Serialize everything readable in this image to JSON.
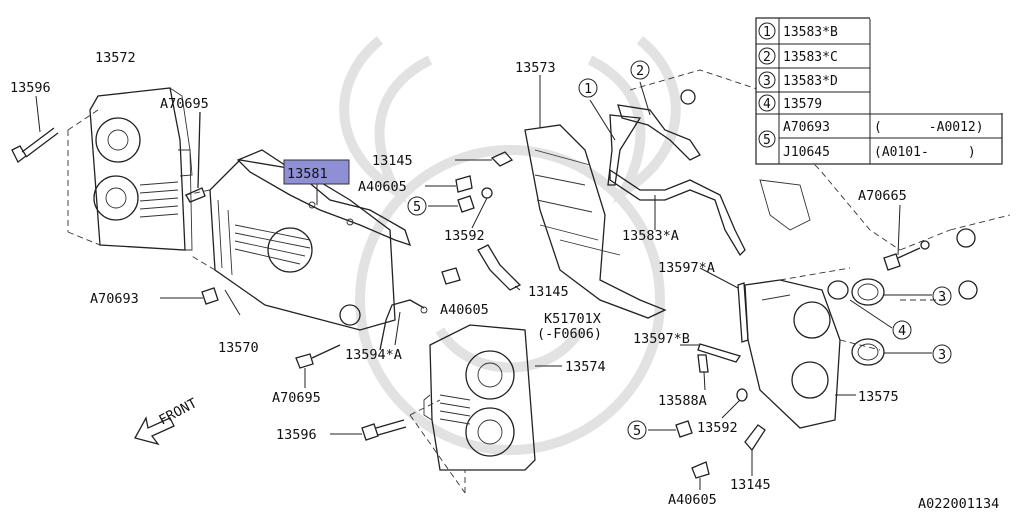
{
  "highlight_color": "#8f8fd6",
  "labels": {
    "p13572": "13572",
    "p13596_top": "13596",
    "a70695_top": "A70695",
    "p13581": "13581",
    "p13145_top": "13145",
    "a40605_top": "A40605",
    "p13592_mid": "13592",
    "p13573": "13573",
    "p13583a": "13583*A",
    "a70693": "A70693",
    "p13570": "13570",
    "p13594a": "13594*A",
    "a70695_bot": "A70695",
    "p13596_bot": "13596",
    "p13145_mid": "13145",
    "a40605_mid": "A40605",
    "k51701x": "K51701X",
    "f0606": "(-F0606)",
    "p13574": "13574",
    "p13597a": "13597*A",
    "p13597b": "13597*B",
    "p13588a": "13588A",
    "p13592_bot": "13592",
    "p13145_bot": "13145",
    "a40605_bot": "A40605",
    "p13575": "13575",
    "a70665": "A70665",
    "front": "FRONT",
    "diagram_id": "A022001134"
  },
  "callouts": {
    "c1": "1",
    "c2": "2",
    "c3a": "3",
    "c3b": "3",
    "c4": "4",
    "c5_mid": "5",
    "c5_bot": "5"
  },
  "legend": {
    "rows": [
      {
        "num": "1",
        "part": "13583*B"
      },
      {
        "num": "2",
        "part": "13583*C"
      },
      {
        "num": "3",
        "part": "13583*D"
      },
      {
        "num": "4",
        "part": "13579"
      }
    ],
    "row5": {
      "num": "5",
      "entries": [
        {
          "part": "A70693",
          "range": "(      -A0012)"
        },
        {
          "part": "J10645",
          "range": "(A0101-     )"
        }
      ]
    }
  }
}
